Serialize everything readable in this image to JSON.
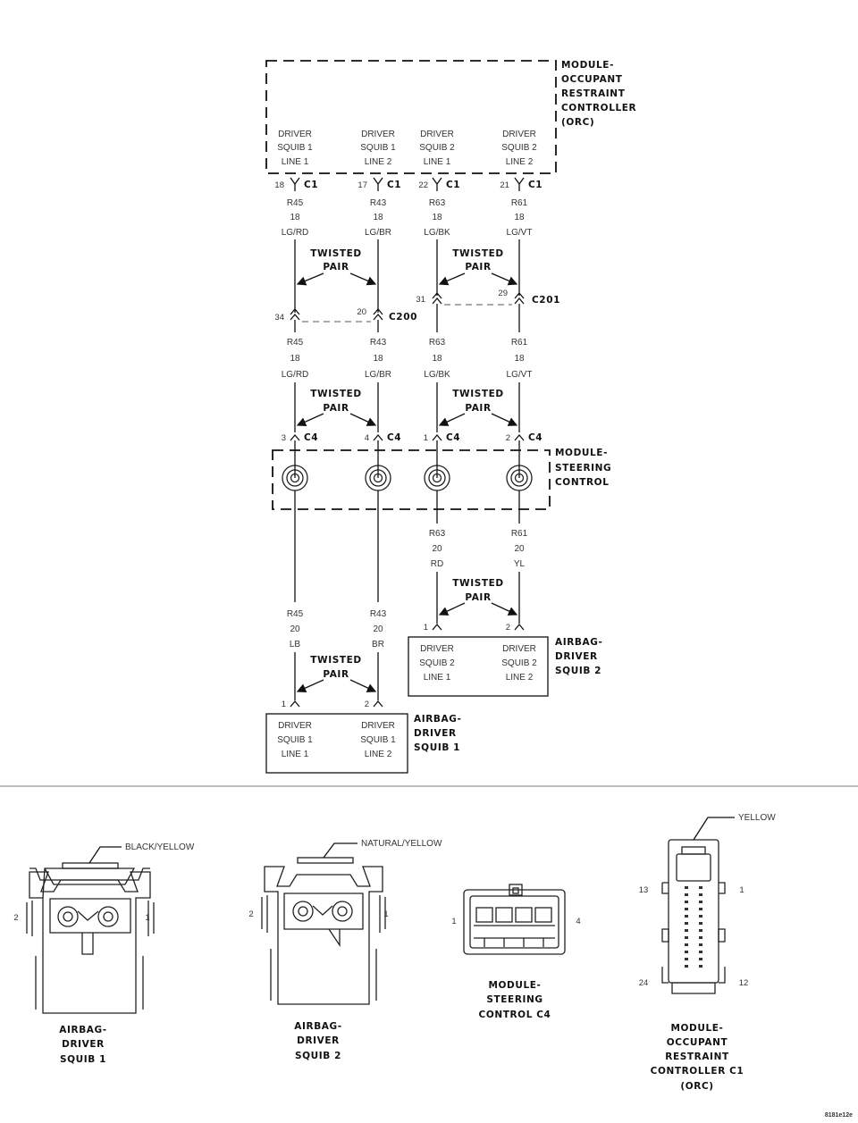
{
  "orc_module": {
    "title": [
      "MODULE-",
      "OCCUPANT",
      "RESTRAINT",
      "CONTROLLER",
      "(ORC)"
    ]
  },
  "orc_pins": [
    {
      "lines": [
        "DRIVER",
        "SQUIB 1",
        "LINE 1"
      ],
      "pin": "18",
      "conn": "C1"
    },
    {
      "lines": [
        "DRIVER",
        "SQUIB 1",
        "LINE 2"
      ],
      "pin": "17",
      "conn": "C1"
    },
    {
      "lines": [
        "DRIVER",
        "SQUIB 2",
        "LINE 1"
      ],
      "pin": "22",
      "conn": "C1"
    },
    {
      "lines": [
        "DRIVER",
        "SQUIB 2",
        "LINE 2"
      ],
      "pin": "21",
      "conn": "C1"
    }
  ],
  "upper_wires": [
    {
      "circuit": "R45",
      "gauge": "18",
      "color": "LG/RD"
    },
    {
      "circuit": "R43",
      "gauge": "18",
      "color": "LG/BR"
    },
    {
      "circuit": "R63",
      "gauge": "18",
      "color": "LG/BK"
    },
    {
      "circuit": "R61",
      "gauge": "18",
      "color": "LG/VT"
    }
  ],
  "twisted_pair": [
    "TWISTED",
    "PAIR"
  ],
  "c200": {
    "pin_a": "34",
    "pin_b": "20",
    "name": "C200"
  },
  "c201": {
    "pin_a": "31",
    "pin_b": "29",
    "name": "C201"
  },
  "mid_wires": [
    {
      "circuit": "R45",
      "gauge": "18",
      "color": "LG/RD"
    },
    {
      "circuit": "R43",
      "gauge": "18",
      "color": "LG/BR"
    },
    {
      "circuit": "R63",
      "gauge": "18",
      "color": "LG/BK"
    },
    {
      "circuit": "R61",
      "gauge": "18",
      "color": "LG/VT"
    }
  ],
  "c4_pins": [
    {
      "pin": "3",
      "conn": "C4"
    },
    {
      "pin": "4",
      "conn": "C4"
    },
    {
      "pin": "1",
      "conn": "C4"
    },
    {
      "pin": "2",
      "conn": "C4"
    }
  ],
  "steering_module": {
    "title": [
      "MODULE-",
      "STEERING",
      "CONTROL"
    ]
  },
  "squib2_wires": [
    {
      "circuit": "R63",
      "gauge": "20",
      "color": "RD"
    },
    {
      "circuit": "R61",
      "gauge": "20",
      "color": "YL"
    }
  ],
  "squib1_wires": [
    {
      "circuit": "R45",
      "gauge": "20",
      "color": "LB"
    },
    {
      "circuit": "R43",
      "gauge": "20",
      "color": "BR"
    }
  ],
  "squib2_box": {
    "pins": [
      "1",
      "2"
    ],
    "cells": [
      [
        "DRIVER",
        "SQUIB 2",
        "LINE 1"
      ],
      [
        "DRIVER",
        "SQUIB 2",
        "LINE 2"
      ]
    ],
    "title": [
      "AIRBAG-",
      "DRIVER",
      "SQUIB 2"
    ]
  },
  "squib1_box": {
    "pins": [
      "1",
      "2"
    ],
    "cells": [
      [
        "DRIVER",
        "SQUIB 1",
        "LINE 1"
      ],
      [
        "DRIVER",
        "SQUIB 1",
        "LINE 2"
      ]
    ],
    "title": [
      "AIRBAG-",
      "DRIVER",
      "SQUIB 1"
    ]
  },
  "connector_views": [
    {
      "title": [
        "AIRBAG-",
        "DRIVER",
        "SQUIB 1"
      ],
      "color_tag": "BLACK/YELLOW",
      "pin_left": "2",
      "pin_right": "1"
    },
    {
      "title": [
        "AIRBAG-",
        "DRIVER",
        "SQUIB 2"
      ],
      "color_tag": "NATURAL/YELLOW",
      "pin_left": "2",
      "pin_right": "1"
    },
    {
      "title": [
        "MODULE-",
        "STEERING",
        "CONTROL C4"
      ],
      "pin_left": "1",
      "pin_right": "4"
    },
    {
      "title": [
        "MODULE-",
        "OCCUPANT",
        "RESTRAINT",
        "CONTROLLER C1",
        "(ORC)"
      ],
      "color_tag": "YELLOW",
      "pin_top_left": "13",
      "pin_top_right": "1",
      "pin_bottom_left": "24",
      "pin_bottom_right": "12"
    }
  ],
  "figure_code": "8181e12e"
}
